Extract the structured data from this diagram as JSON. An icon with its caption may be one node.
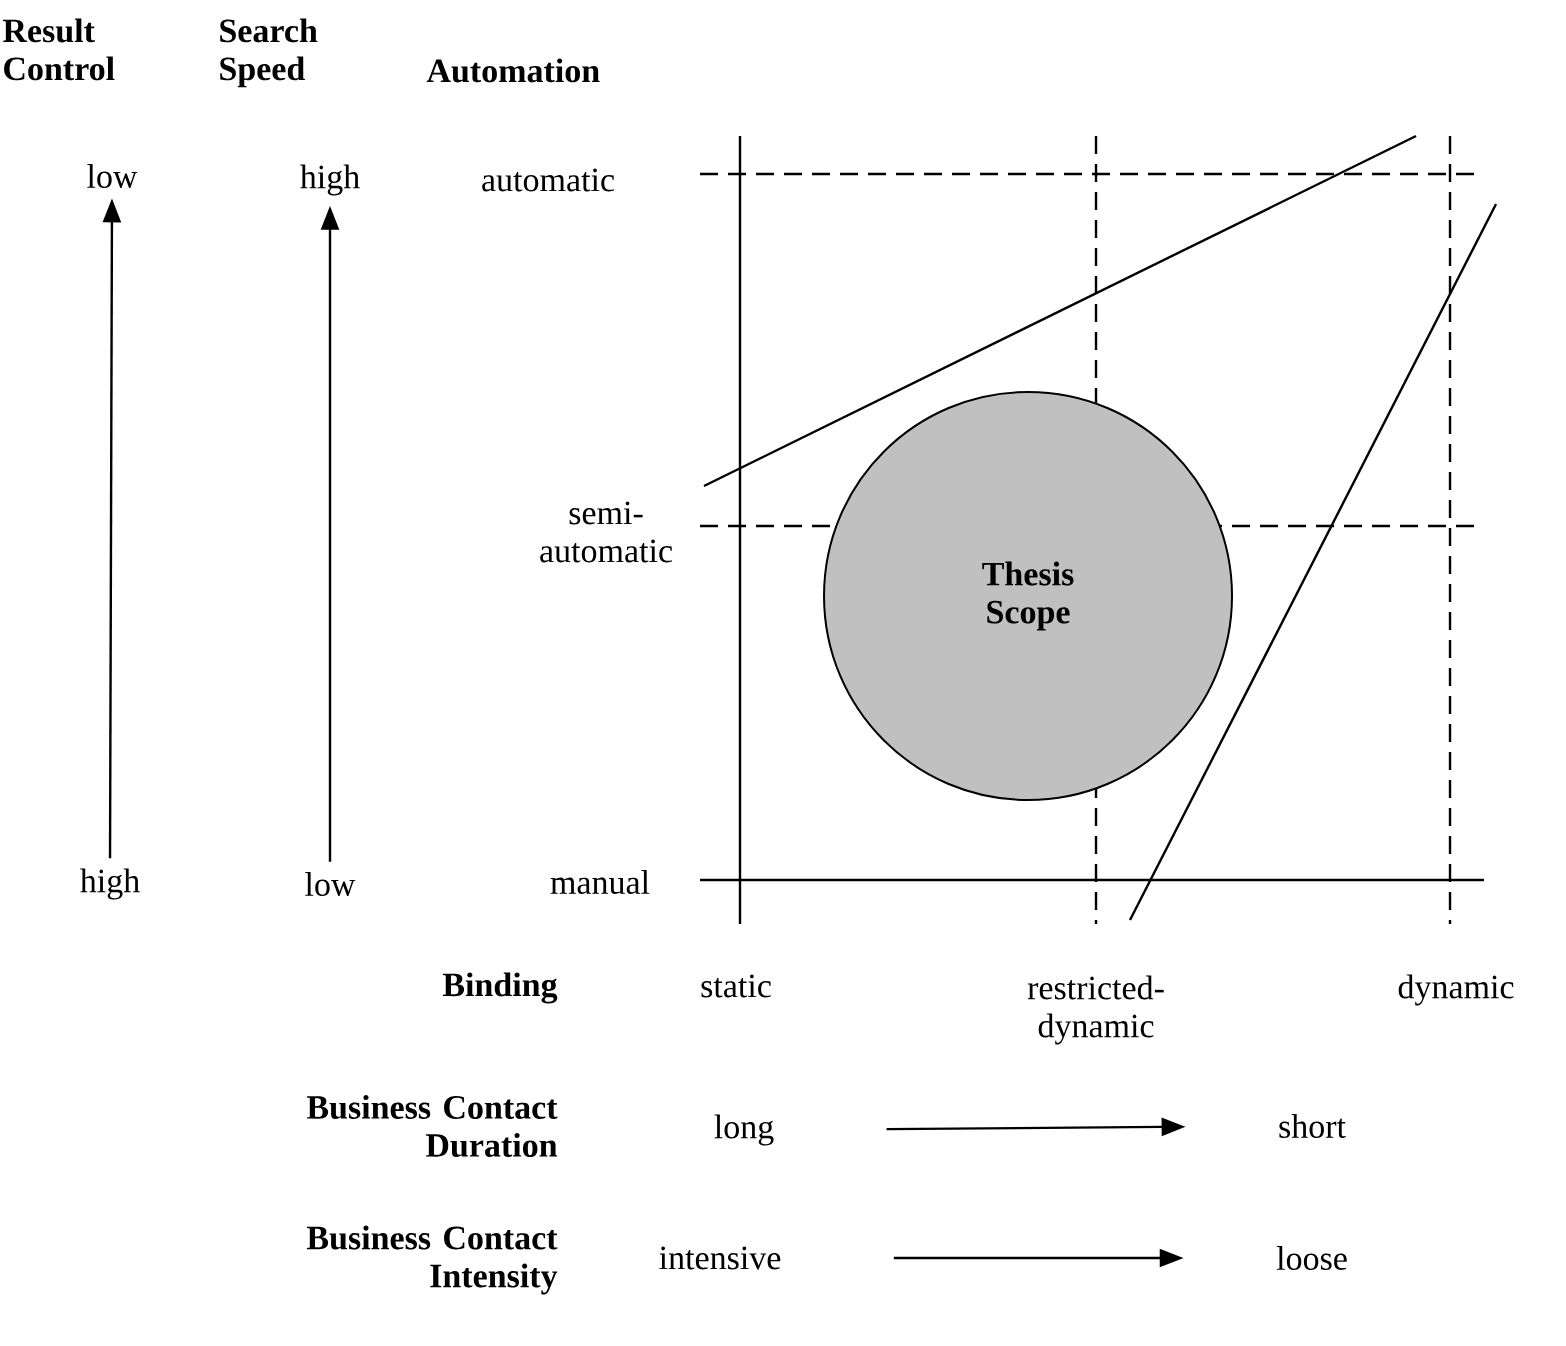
{
  "diagram": {
    "nodes": [
      {
        "text": [
          "low"
        ]
      },
      {
        "text": [
          "high"
        ]
      },
      {
        "text": [
          "high"
        ]
      },
      {
        "text": [
          "low"
        ]
      },
      {
        "text": [
          "long"
        ]
      },
      {
        "text": [
          "short"
        ]
      },
      {
        "text": [
          "intensive"
        ]
      },
      {
        "text": [
          "loose"
        ]
      },
      {
        "text": [
          "Thesis Scope"
        ]
      }
    ],
    "edges": [
      {
        "from": 2,
        "to": 0,
        "arrow": "to"
      },
      {
        "from": 3,
        "to": 1,
        "arrow": "to"
      },
      {
        "from": 4,
        "to": 5,
        "arrow": "to"
      },
      {
        "from": 6,
        "to": 7,
        "arrow": "to"
      }
    ],
    "labels": [
      "Result Control",
      "Search Speed",
      "Automation",
      "automatic",
      "semi-automatic",
      "manual",
      "Binding",
      "static",
      "restricted-dynamic",
      "dynamic",
      "Business Contact Duration",
      "Business Contact Intensity"
    ]
  }
}
